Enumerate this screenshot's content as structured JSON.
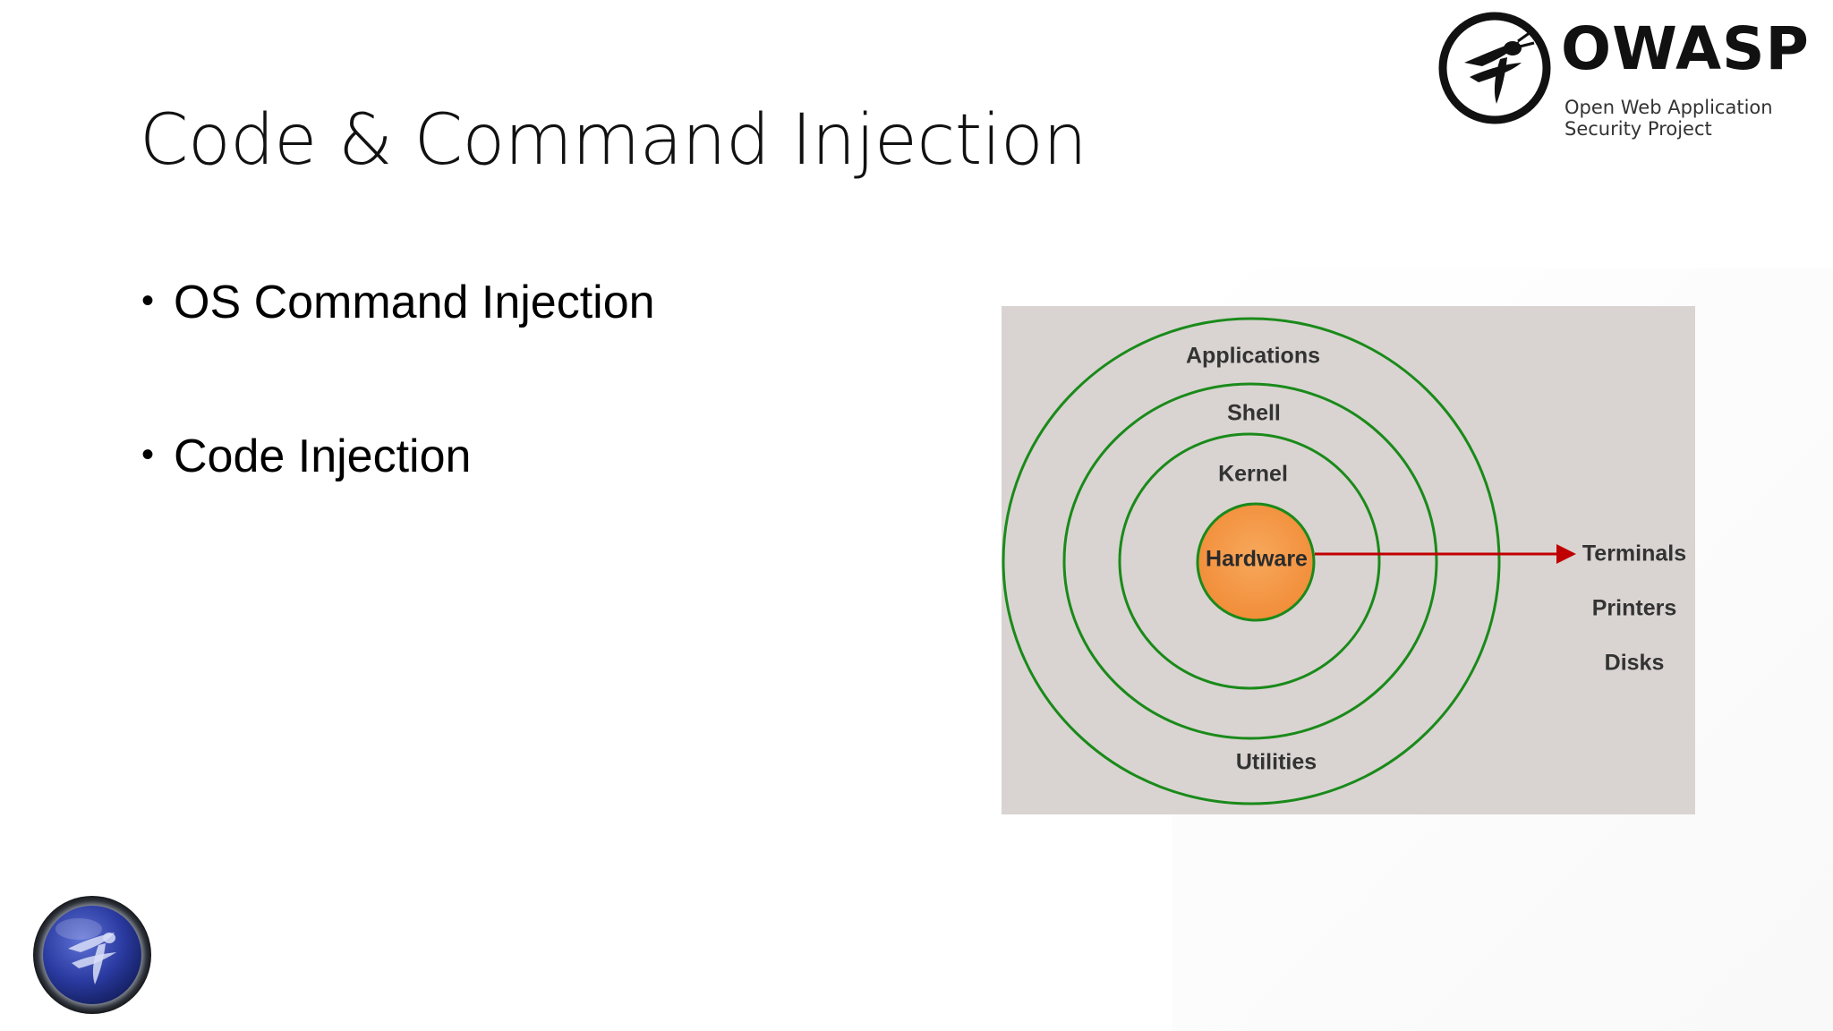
{
  "slide": {
    "title": "Code & Command Injection",
    "bullets": [
      "OS Command Injection",
      "Code Injection"
    ]
  },
  "logo": {
    "wordmark": "OWASP",
    "tagline_line1": "Open Web Application",
    "tagline_line2": "Security Project"
  },
  "diagram": {
    "rings": [
      "Applications",
      "Shell",
      "Kernel"
    ],
    "core": "Hardware",
    "bottom_label": "Utilities",
    "devices": [
      "Terminals",
      "Printers",
      "Disks"
    ],
    "colors": {
      "background": "#d9d4d1",
      "ring_stroke": "#1a8a1a",
      "core_fill": "#f39a4a",
      "arrow": "#c00000"
    }
  },
  "icons": {
    "top_logo": "owasp-wasp-icon",
    "bottom_orb": "owasp-orb-icon"
  }
}
